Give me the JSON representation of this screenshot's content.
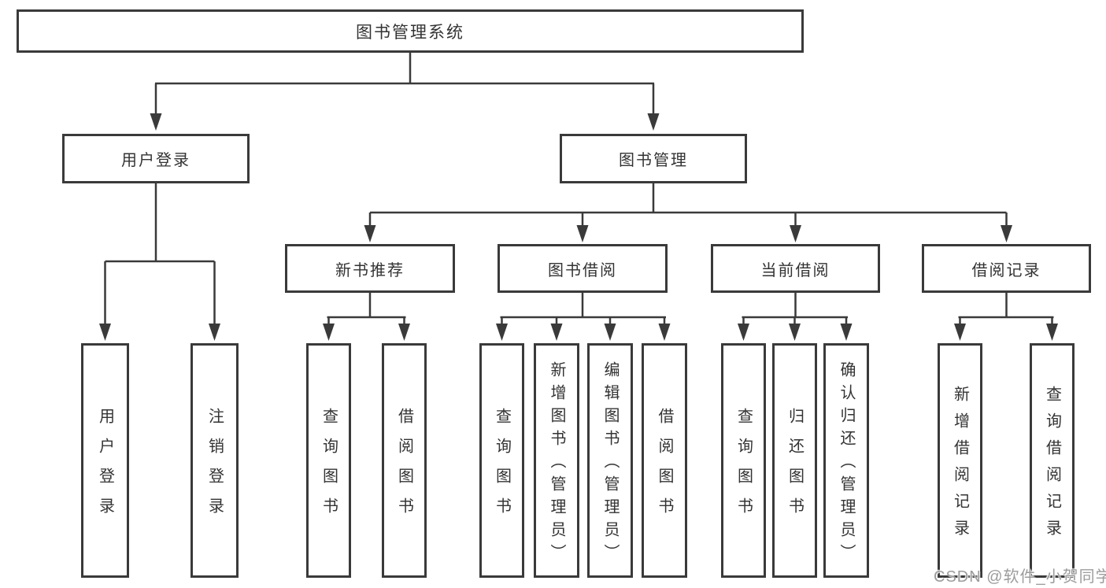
{
  "diagram": {
    "root": "图书管理系统",
    "level2": {
      "user_login": "用户登录",
      "book_mgmt": "图书管理"
    },
    "level3": {
      "new_book_rec": "新书推荐",
      "book_borrow": "图书借阅",
      "current_borrow": "当前借阅",
      "borrow_record": "借阅记录"
    },
    "leaves": {
      "user_login": "用户登录",
      "logout": "注销登录",
      "rec_query_book": "查询图书",
      "rec_borrow_book": "借阅图书",
      "bor_query_book": "查询图书",
      "bor_add_book": "新增图书（管理员）",
      "bor_edit_book": "编辑图书（管理员）",
      "bor_borrow_book": "借阅图书",
      "cur_query_book": "查询图书",
      "cur_return_book": "归还图书",
      "cur_confirm_return": "确认归还（管理员）",
      "rec_add_record": "新增借阅记录",
      "rec_query_record": "查询借阅记录"
    }
  },
  "watermark": "CSDN @软件_小贺同学",
  "colors": {
    "line": "#3a3a3a",
    "text": "#333333",
    "watermark": "#9c9c9c",
    "background": "#ffffff"
  }
}
